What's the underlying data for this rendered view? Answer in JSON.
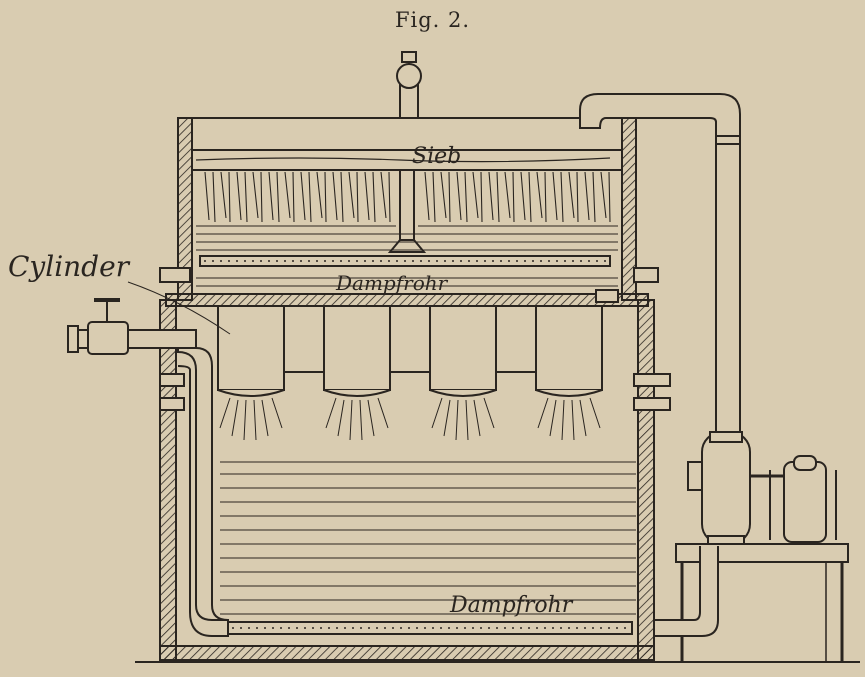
{
  "figure": {
    "title": "Fig. 2."
  },
  "labels": {
    "cylinder": "Cylinder",
    "sieve": "Sieb",
    "steam_pipe_upper": "Dampfrohr",
    "steam_pipe_lower": "Dampfrohr"
  },
  "parts": {
    "cylinder_count": 4
  },
  "colors": {
    "paper": "#d9ccb1",
    "ink": "#2a2520"
  }
}
